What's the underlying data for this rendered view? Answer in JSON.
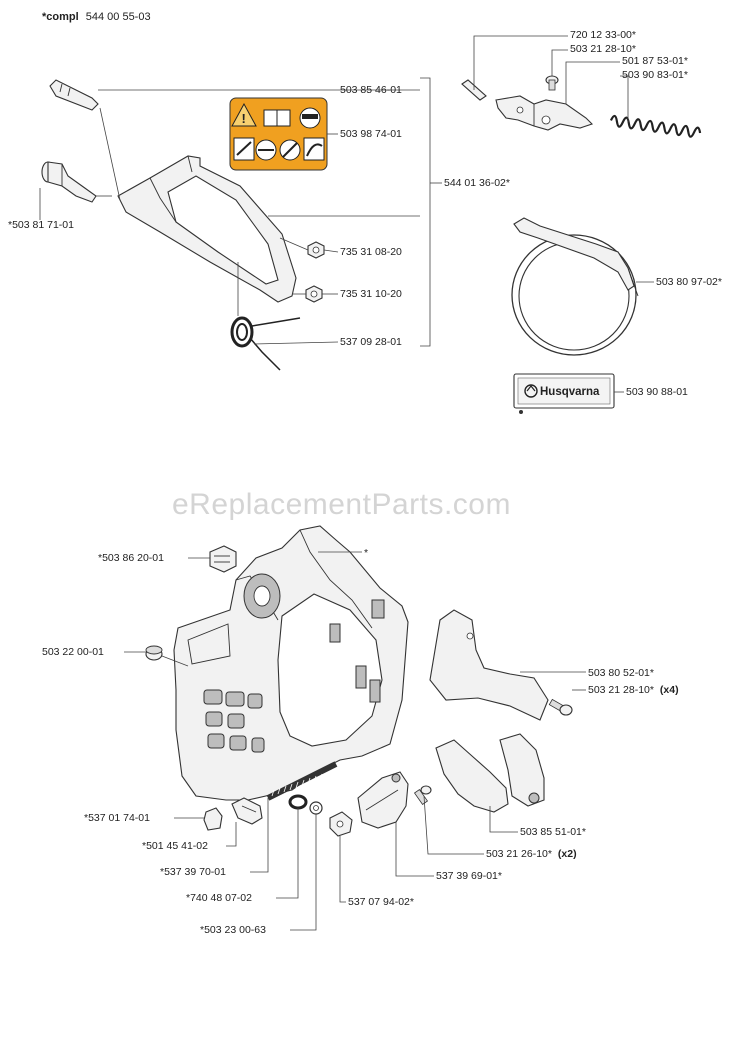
{
  "title_prefix": "*compl",
  "title_number": "544 00 55-03",
  "watermark": "eReplacementParts.com",
  "brand": "Husqvarna",
  "warning_decal_icons": [
    "warning-triangle-icon",
    "manual-book-icon",
    "helmet-icon",
    "hand-chain-icon",
    "saw-blade-icon",
    "chain-icon",
    "kickback-icon"
  ],
  "labels": {
    "p503854601": "503 85 46-01",
    "p503987401": "503 98 74-01",
    "p544013602": "544 01 36-02*",
    "p503817101": "*503 81 71-01",
    "p735310820": "735 31 08-20",
    "p735311020": "735 31 10-20",
    "p537092801": "537 09 28-01",
    "p720123300": "720 12 33-00*",
    "p503212810a": "503 21 28-10*",
    "p501875301": "501 87 53-01*",
    "p503908301": "503 90 83-01*",
    "p503809702": "503 80 97-02*",
    "p503908801": "503 90 88-01",
    "p503862001": "*503 86 20-01",
    "p503220001": "503 22 00-01",
    "pstar": "*",
    "p503805201": "503 80 52-01*",
    "p503212810b": "503 21 28-10*",
    "qty_x4": "(x4)",
    "p537017401": "*537 01 74-01",
    "p501454102": "*501 45 41-02",
    "p537397001": "*537 39 70-01",
    "p740480702": "*740 48 07-02",
    "p503230063": "*503 23 00-63",
    "p537079402": "537 07 94-02*",
    "p537396901": "537 39 69-01*",
    "p503212610": "503 21 26-10*",
    "qty_x2": "(x2)",
    "p503855101": "503 85 51-01*"
  },
  "colors": {
    "decal_orange": "#f0a020",
    "line": "#444444",
    "watermark": "#d4d4d4"
  }
}
